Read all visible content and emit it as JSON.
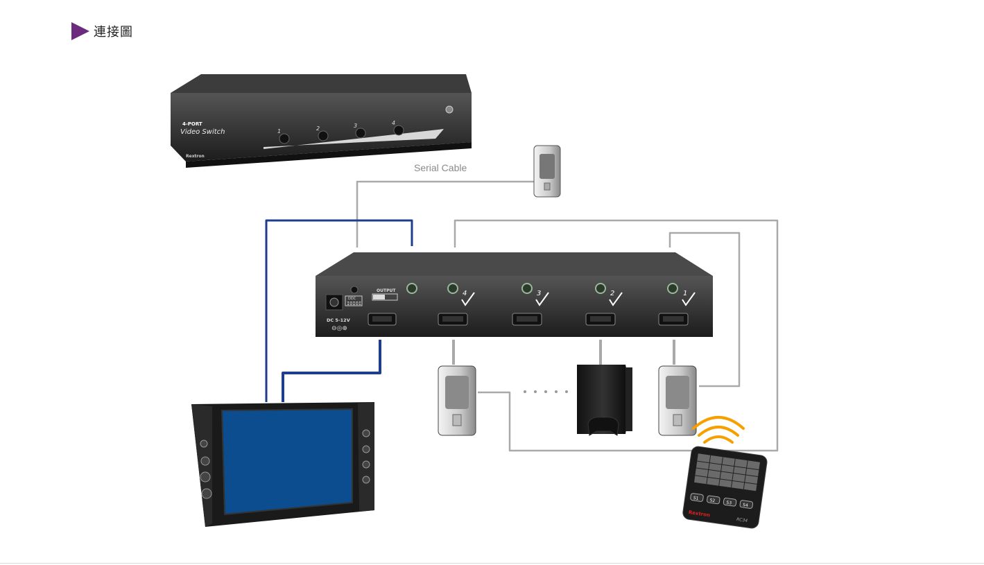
{
  "header": {
    "title": "連接圖"
  },
  "switch_front": {
    "model_line1": "4-PORT",
    "model_line2": "Video Switch",
    "brand": "Rextron",
    "port_numbers": [
      "1",
      "2",
      "3",
      "4"
    ]
  },
  "switch_rear": {
    "power_label": "DC 5-12V",
    "ddc_label": "DDC",
    "output_label": "OUTPUT",
    "ports": [
      {
        "number": "4"
      },
      {
        "number": "3"
      },
      {
        "number": "2"
      },
      {
        "number": "1"
      }
    ]
  },
  "cables": {
    "serial_label": "Serial Cable"
  },
  "remote": {
    "brand": "Rextron",
    "model": "RC34",
    "keys": [
      "S1",
      "S2",
      "S3",
      "S4"
    ]
  },
  "colors": {
    "accent": "#6d2b7e",
    "monitor_cable": "#1e3d8c",
    "cable": "#a9a9a9",
    "screen": "#0b4d8f",
    "signal": "#f5a000"
  }
}
